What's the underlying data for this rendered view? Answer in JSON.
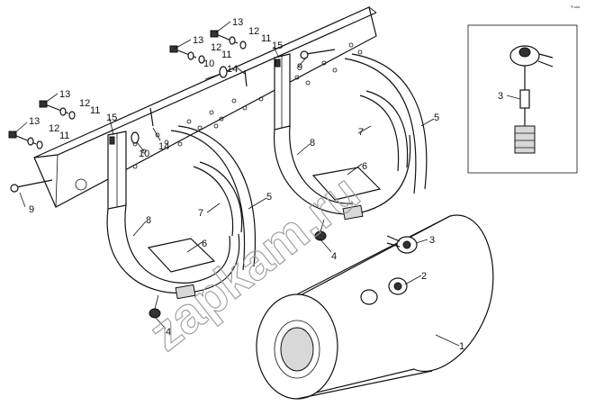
{
  "corner_code": "ꟻ ooo",
  "watermark": "zapkam.ru",
  "callouts": {
    "c1": "1",
    "c2": "2",
    "c3": "3",
    "c3_inset": "3",
    "c4_left": "4",
    "c4_right": "4",
    "c5_left": "5",
    "c5_right": "5",
    "c6_left": "6",
    "c6_right": "6",
    "c7_left": "7",
    "c7_right": "7",
    "c8_left": "8",
    "c8_right": "8",
    "c9_left": "9",
    "c9_right": "9",
    "c10_left": "10",
    "c10_right": "10",
    "c11_a": "11",
    "c11_b": "11",
    "c11_c": "11",
    "c11_d": "11",
    "c12_a": "12",
    "c12_b": "12",
    "c12_c": "12",
    "c12_d": "12",
    "c13_a": "13",
    "c13_b": "13",
    "c13_c": "13",
    "c13_d": "13",
    "c14_left": "14",
    "c14_right": "14",
    "c15_left": "15",
    "c15_right": "15"
  }
}
